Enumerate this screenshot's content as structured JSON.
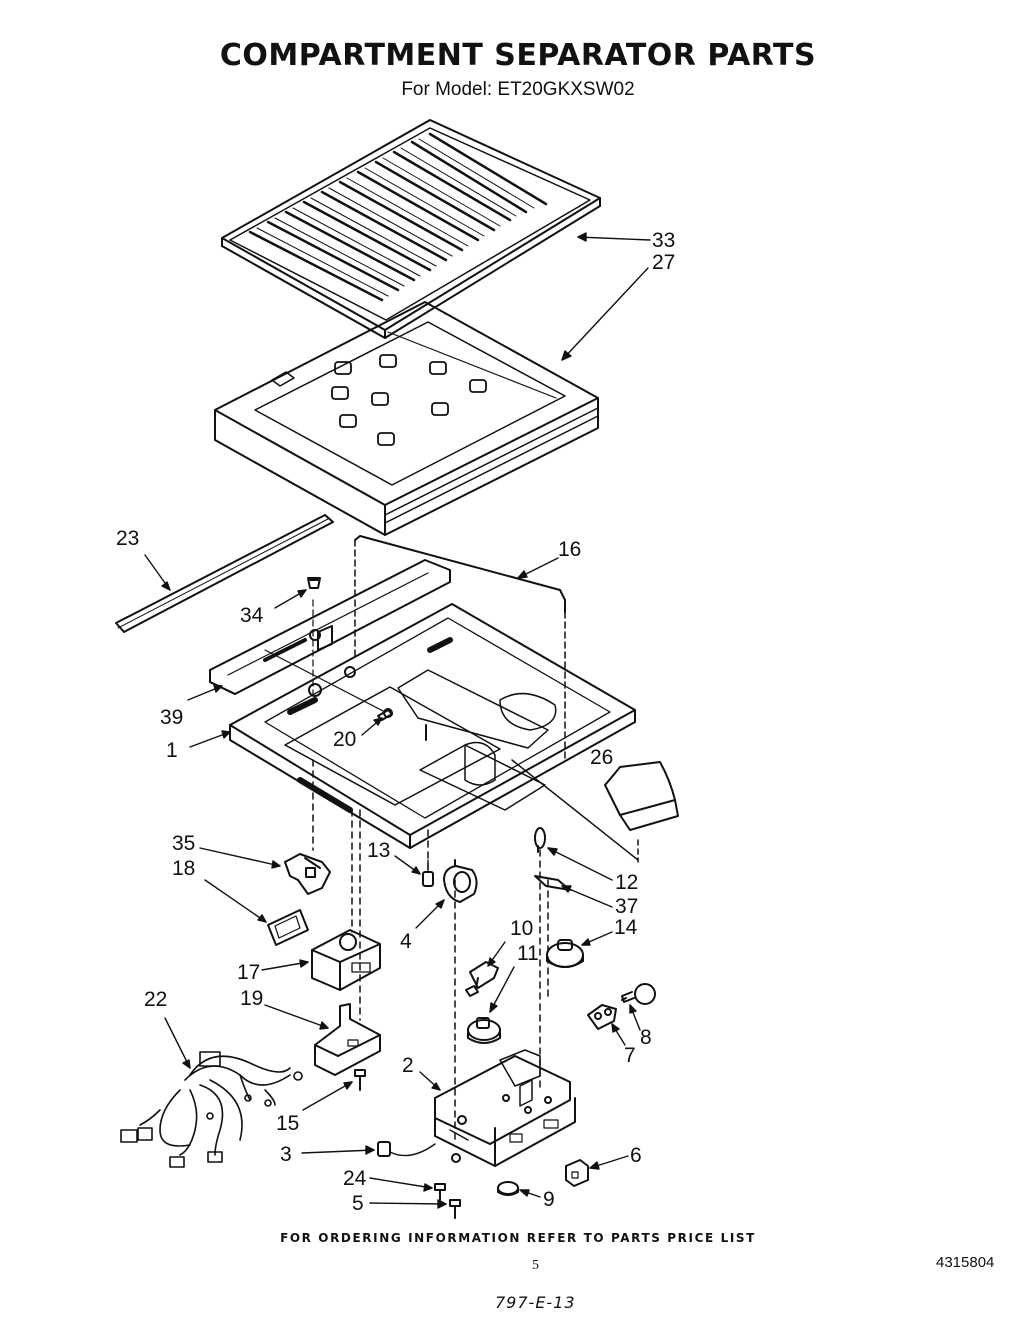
{
  "title": "COMPARTMENT SEPARATOR PARTS",
  "subtitle": "For Model: ET20GKXSW02",
  "callouts": [
    "33",
    "27",
    "23",
    "16",
    "34",
    "39",
    "1",
    "20",
    "26",
    "35",
    "13",
    "12",
    "18",
    "37",
    "4",
    "10",
    "14",
    "11",
    "17",
    "22",
    "19",
    "8",
    "7",
    "2",
    "15",
    "3",
    "6",
    "24",
    "9",
    "5"
  ],
  "footer": "FOR ORDERING INFORMATION REFER TO PARTS PRICE LIST",
  "page_number": "5",
  "document_number": "4315804",
  "handwritten_note": "797-E-13"
}
